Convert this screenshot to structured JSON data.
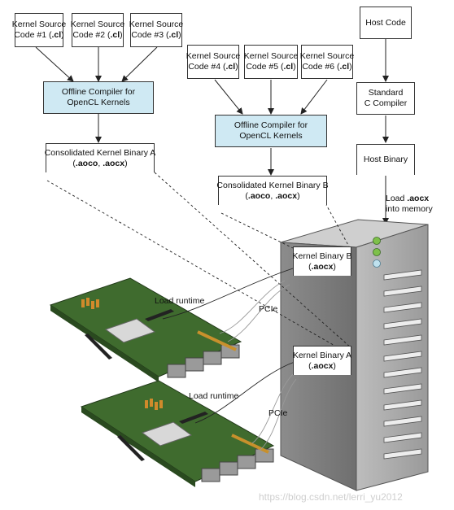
{
  "sources_a": [
    {
      "l1": "Kernel Source",
      "l2": "Code #1 (",
      "ext": ".cl",
      "close": ")"
    },
    {
      "l1": "Kernel Source",
      "l2": "Code #2 (",
      "ext": ".cl",
      "close": ")"
    },
    {
      "l1": "Kernel Source",
      "l2": "Code #3 (",
      "ext": ".cl",
      "close": ")"
    }
  ],
  "sources_b": [
    {
      "l1": "Kernel Source",
      "l2": "Code #4 (",
      "ext": ".cl",
      "close": ")"
    },
    {
      "l1": "Kernel Source",
      "l2": "Code #5 (",
      "ext": ".cl",
      "close": ")"
    },
    {
      "l1": "Kernel Source",
      "l2": "Code #6 (",
      "ext": ".cl",
      "close": ")"
    }
  ],
  "compiler_a": {
    "l1": "Offline Compiler for",
    "l2": "OpenCL Kernels"
  },
  "compiler_b": {
    "l1": "Offline Compiler for",
    "l2": "OpenCL Kernels"
  },
  "binary_a": {
    "title": "Consolidated Kernel Binary A",
    "paren_open": "(",
    "aoco": ".aoco",
    "sep": ", ",
    "aocx": ".aocx",
    "paren_close": ")"
  },
  "binary_b": {
    "title": "Consolidated Kernel Binary B",
    "paren_open": "(",
    "aoco": ".aoco",
    "sep": ", ",
    "aocx": ".aocx",
    "paren_close": ")"
  },
  "host": {
    "code": "Host Code",
    "compiler_l1": "Standard",
    "compiler_l2": "C Compiler",
    "binary": "Host Binary",
    "load_pre": "Load ",
    "load_bold": ".aocx",
    "load_l2": "into memory"
  },
  "server_binary_b": {
    "l1": "Kernel Binary B",
    "paren_open": "(",
    "ext": ".aocx",
    "paren_close": ")"
  },
  "server_binary_a": {
    "l1": "Kernel Binary A",
    "paren_open": "(",
    "ext": ".aocx",
    "paren_close": ")"
  },
  "board_labels": {
    "load_runtime_1": "Load runtime",
    "pcie_1": "PCIe",
    "load_runtime_2": "Load runtime",
    "pcie_2": "PCIe"
  },
  "watermark": "https://blog.csdn.net/lerri_yu2012",
  "colors": {
    "compiler_fill": "#cfe9f3",
    "board_green": "#3f6b2e",
    "server_gray": "#8a8a8a",
    "led_green": "#7ec04a",
    "led_blue": "#bfe1ee"
  }
}
